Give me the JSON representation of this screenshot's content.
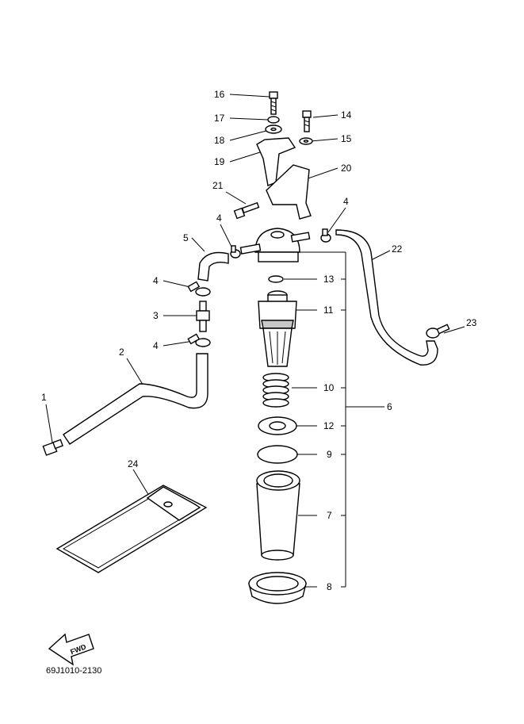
{
  "labels": {
    "p1": "1",
    "p2": "2",
    "p3": "3",
    "p4a": "4",
    "p4b": "4",
    "p4c": "4",
    "p4d": "4",
    "p5": "5",
    "p6": "6",
    "p7": "7",
    "p8": "8",
    "p9": "9",
    "p10": "10",
    "p11": "11",
    "p12": "12",
    "p13": "13",
    "p14": "14",
    "p15": "15",
    "p16": "16",
    "p17": "17",
    "p18": "18",
    "p19": "19",
    "p20": "20",
    "p21": "21",
    "p22": "22",
    "p23": "23",
    "p24": "24"
  },
  "fwd_label": "FWD",
  "diagram_code": "69J1010-2130"
}
